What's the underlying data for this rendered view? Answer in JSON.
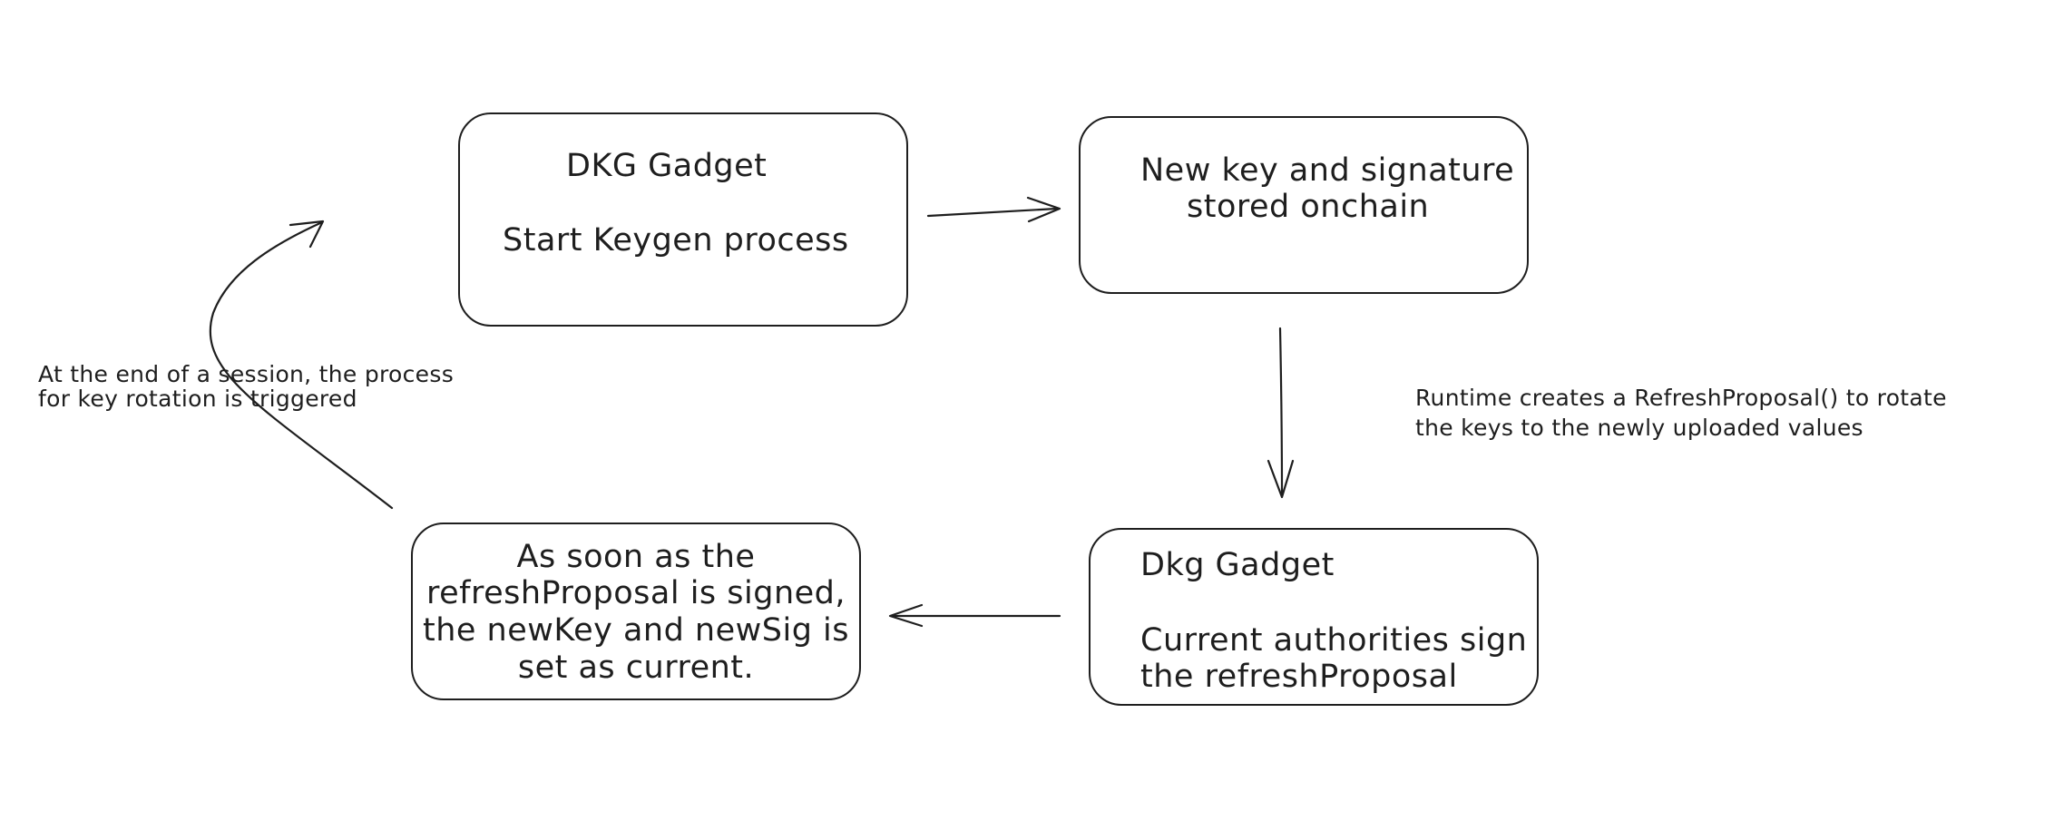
{
  "diagram": {
    "nodes": [
      {
        "id": "dkg-gadget-keygen",
        "title": "DKG Gadget",
        "body": "Start Keygen process"
      },
      {
        "id": "stored-onchain",
        "lines": [
          "New key and signature",
          "stored onchain"
        ]
      },
      {
        "id": "dkg-gadget-sign",
        "title": "Dkg Gadget",
        "lines": [
          "Current authorities sign",
          "the refreshProposal"
        ]
      },
      {
        "id": "set-current",
        "lines": [
          "As soon as the",
          "refreshProposal is signed,",
          "the newKey and newSig is",
          "set as current."
        ]
      }
    ],
    "edges": [
      {
        "from": "dkg-gadget-keygen",
        "to": "stored-onchain"
      },
      {
        "from": "stored-onchain",
        "to": "dkg-gadget-sign",
        "label_lines": [
          "Runtime creates a RefreshProposal() to rotate",
          "the keys to the newly uploaded values"
        ]
      },
      {
        "from": "dkg-gadget-sign",
        "to": "set-current"
      },
      {
        "from": "set-current",
        "to": "dkg-gadget-keygen",
        "label_lines": [
          "At the end of a session, the process",
          "for key rotation is triggered"
        ]
      }
    ]
  }
}
